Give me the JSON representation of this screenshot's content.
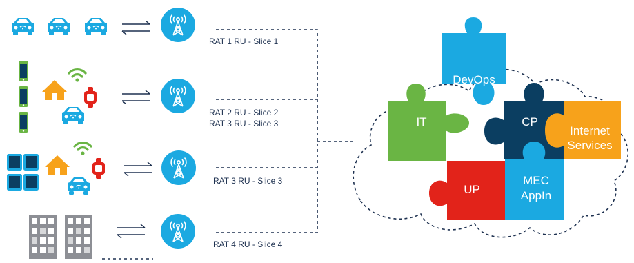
{
  "diagram": {
    "ru_labels": {
      "ru1": "RAT 1 RU - Slice 1",
      "ru2a": "RAT 2 RU - Slice 2",
      "ru2b": "RAT 3 RU - Slice 3",
      "ru3": "RAT 3 RU - Slice 3",
      "ru4": "RAT 4 RU - Slice 4"
    },
    "puzzle": {
      "devops": "DevOps",
      "it": "IT",
      "cp": "CP",
      "internet_line1": "Internet",
      "internet_line2": "Services",
      "up": "UP",
      "mec_line1": "MEC",
      "mec_line2": "AppIn"
    },
    "colors": {
      "blue": "#1ba9e1",
      "navy": "#0b3e61",
      "green": "#6ab544",
      "red": "#e2231a",
      "orange": "#f7a21b",
      "gray": "#8d8f95",
      "label": "#1e3150"
    },
    "icons": [
      "car-icon",
      "smartphone-icon",
      "house-icon",
      "wifi-icon",
      "smartwatch-icon",
      "tablet-icon",
      "building-icon",
      "radio-tower-icon",
      "bidirectional-arrow-icon"
    ]
  }
}
